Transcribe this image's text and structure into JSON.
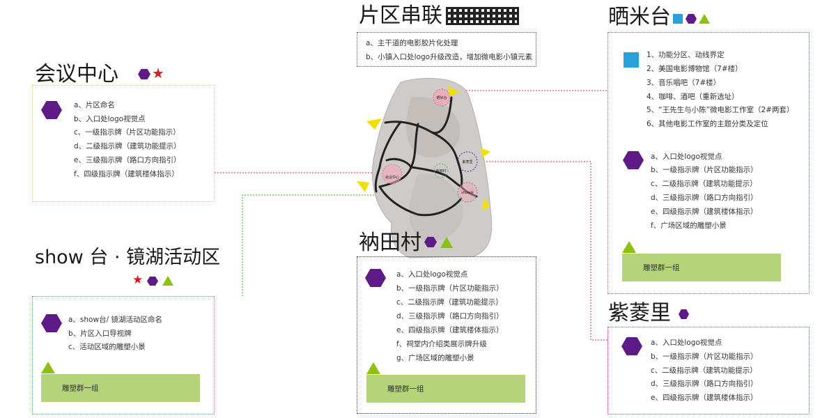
{
  "colors": {
    "purple": "#5e1a86",
    "green": "#8cc114",
    "red": "#d71920",
    "blue": "#2aa0d8",
    "yellow": "#f0e000",
    "pink": "#e0457a",
    "navy": "#2b2b8c",
    "bar_green": "#b5d47a"
  },
  "district": {
    "title": "片区串联",
    "items": [
      "a、主干道的电影胶片化处理",
      "b、小镇入口处logo升级改造，增加微电影小镇元素"
    ]
  },
  "conference": {
    "title": "会议中心",
    "items": [
      "a、片区命名",
      "b、入口处logo视觉点",
      "c、一级指示牌（片区功能指示）",
      "d、二级指示牌（建筑功能提示）",
      "e、三级指示牌（路口方向指引）",
      "f、四级指示牌（建筑楼体指示）"
    ]
  },
  "show": {
    "title": "show 台 · 镜湖活动区",
    "items": [
      "a、show台/ 镜湖活动区命名",
      "b、片区入口导视牌",
      "c、活动区域的雕塑小景"
    ],
    "bar_label": "雕塑群一组"
  },
  "natian": {
    "title": "衲田村",
    "items": [
      "a、入口处logo视觉点",
      "b、一级指示牌（片区功能指示）",
      "c、二级指示牌（建筑功能提示）",
      "d、三级指示牌（路口方向指引）",
      "e、四级指示牌（建筑楼体指示）",
      "f、祠堂内介绍类展示牌升级",
      "g、广场区域的雕塑小景"
    ],
    "bar_label": "雕塑群一组"
  },
  "shaimi": {
    "title": "晒米台",
    "top_items": [
      "1、功能分区、动线界定",
      "2、美国电影博物馆（7#楼）",
      "3、音乐唱吧（7#楼）",
      "4、咖啡、酒吧（重新选址）",
      "5、“王先生与小陈”微电影工作室（2#两套）",
      "6、其他电影工作室的主题分类及定位"
    ],
    "items": [
      "a、入口处logo视觉点",
      "b、一级指示牌（片区功能指示）",
      "c、二级指示牌（建筑功能提示）",
      "d、三级指示牌（路口方向指引）",
      "e、四级指示牌（建筑楼体指示）",
      "f、广场区域的雕塑小景"
    ],
    "bar_label": "雕塑群一组"
  },
  "ziling": {
    "title": "紫菱里",
    "items": [
      "a、入口处logo视觉点",
      "b、一级指示牌（片区功能指示）",
      "c、二级指示牌（建筑功能提示）",
      "d、三级指示牌（路口方向指引）",
      "e、四级指示牌（建筑楼体指示）"
    ]
  },
  "map": {
    "labels": [
      "晒米台",
      "会议中心",
      "衲田村",
      "紫菱里",
      "show台"
    ]
  }
}
